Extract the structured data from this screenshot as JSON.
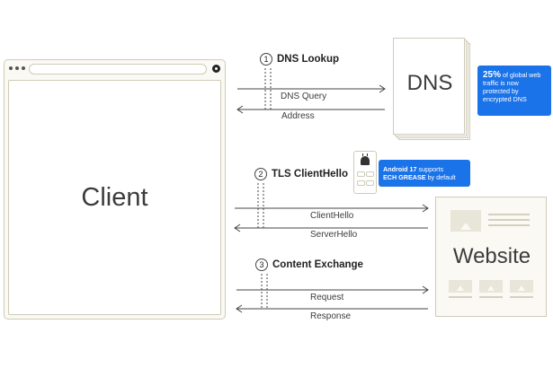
{
  "client": {
    "label": "Client"
  },
  "dns": {
    "label": "DNS"
  },
  "website": {
    "label": "Website"
  },
  "steps": [
    {
      "number": "1",
      "title": "DNS Lookup"
    },
    {
      "number": "2",
      "title": "TLS ClientHello"
    },
    {
      "number": "3",
      "title": "Content Exchange"
    }
  ],
  "messages": {
    "dns_query": "DNS Query",
    "address": "Address",
    "client_hello": "ClientHello",
    "server_hello": "ServerHello",
    "request": "Request",
    "response": "Response"
  },
  "callouts": {
    "dns_stat": {
      "highlight": "25%",
      "rest": " of global web traffic is now protected by encrypted DNS"
    },
    "android": {
      "highlight": "Android 17",
      "mid": " supports ",
      "highlight2": "ECH GREASE",
      "rest": " by default"
    }
  },
  "colors": {
    "accent": "#1a73e8",
    "outline": "#cfcbb8",
    "paper": "#faf9f3"
  },
  "icons": [
    "android-robot-icon",
    "browser-dots-icon",
    "profile-icon",
    "image-placeholder-icon"
  ]
}
